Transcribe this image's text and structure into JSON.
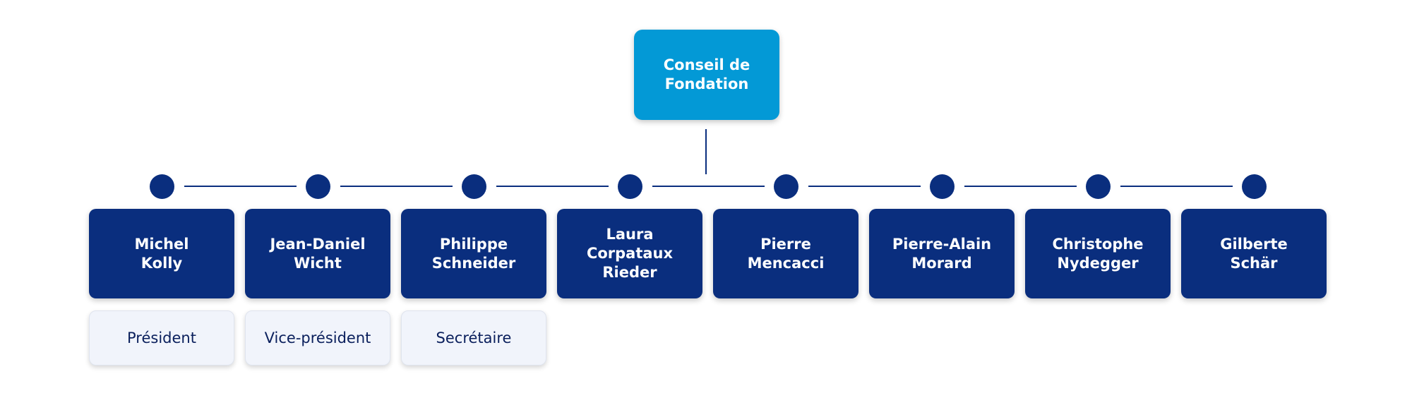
{
  "root": {
    "label": "Conseil de\nFondation"
  },
  "members": [
    {
      "name": "Michel\nKolly",
      "role": "Président"
    },
    {
      "name": "Jean-Daniel\nWicht",
      "role": "Vice-président"
    },
    {
      "name": "Philippe\nSchneider",
      "role": "Secrétaire"
    },
    {
      "name": "Laura\nCorpataux\nRieder",
      "role": ""
    },
    {
      "name": "Pierre\nMencacci",
      "role": ""
    },
    {
      "name": "Pierre-Alain\nMorard",
      "role": ""
    },
    {
      "name": "Christophe\nNydegger",
      "role": ""
    },
    {
      "name": "Gilberte\nSchär",
      "role": ""
    }
  ],
  "colors": {
    "root": "#0399d6",
    "member": "#0a2e7e",
    "role_bg": "#f1f4fb",
    "role_text": "#0a1f5c"
  }
}
